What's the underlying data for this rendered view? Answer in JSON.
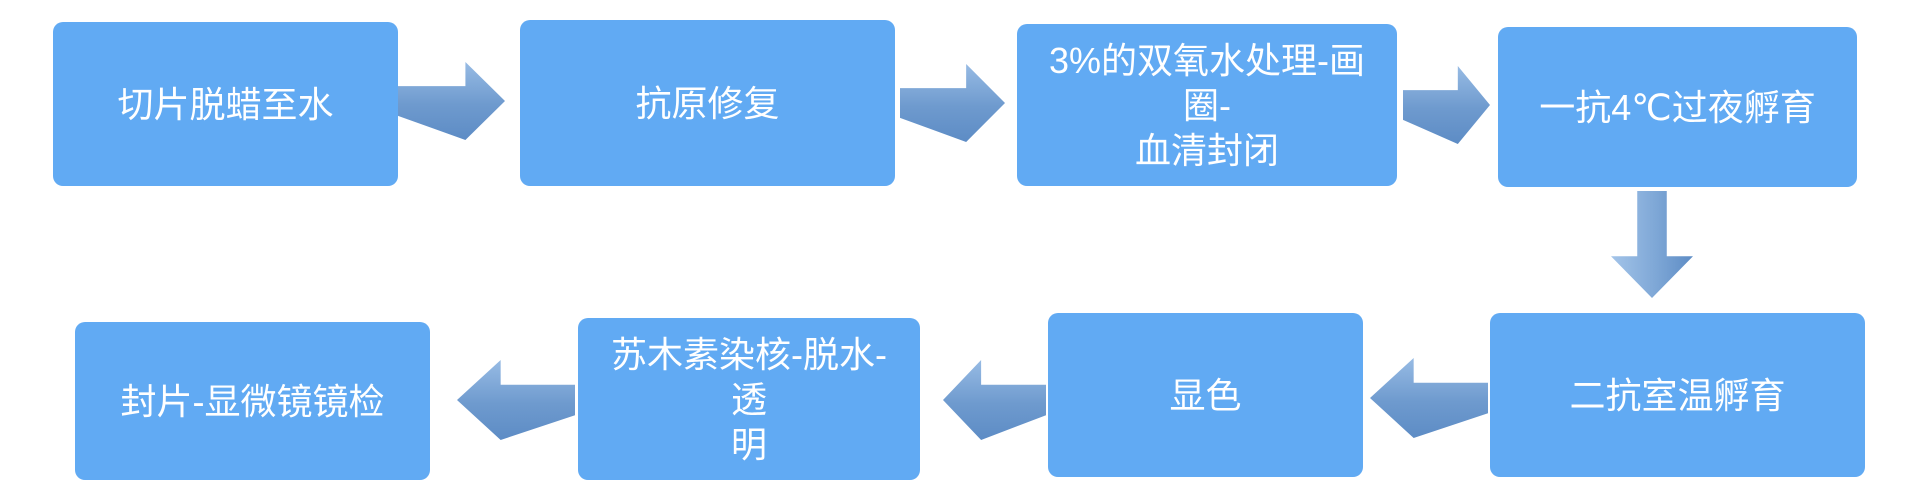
{
  "diagram": {
    "type": "flowchart",
    "description": "Immunohistochemistry staining protocol flow",
    "steps": [
      {
        "id": 1,
        "label": "切片脱蜡至水"
      },
      {
        "id": 2,
        "label": "抗原修复"
      },
      {
        "id": 3,
        "label": "3%的双氧水处理-画圈-\n血清封闭"
      },
      {
        "id": 4,
        "label": "一抗4℃过夜孵育"
      },
      {
        "id": 5,
        "label": "二抗室温孵育"
      },
      {
        "id": 6,
        "label": "显色"
      },
      {
        "id": 7,
        "label": "苏木素染核-脱水-透\n明"
      },
      {
        "id": 8,
        "label": "封片-显微镜镜检"
      }
    ],
    "connections": [
      {
        "from": 1,
        "to": 2,
        "direction": "right"
      },
      {
        "from": 2,
        "to": 3,
        "direction": "right"
      },
      {
        "from": 3,
        "to": 4,
        "direction": "right"
      },
      {
        "from": 4,
        "to": 5,
        "direction": "down"
      },
      {
        "from": 5,
        "to": 6,
        "direction": "left"
      },
      {
        "from": 6,
        "to": 7,
        "direction": "left"
      },
      {
        "from": 7,
        "to": 8,
        "direction": "left"
      }
    ],
    "colors": {
      "background": "#ffffff",
      "box_fill": "#61aaf3",
      "box_text": "#ffffff",
      "arrow_gradient_light": "#97bbe4",
      "arrow_gradient_dark": "#5d8cc5"
    }
  }
}
